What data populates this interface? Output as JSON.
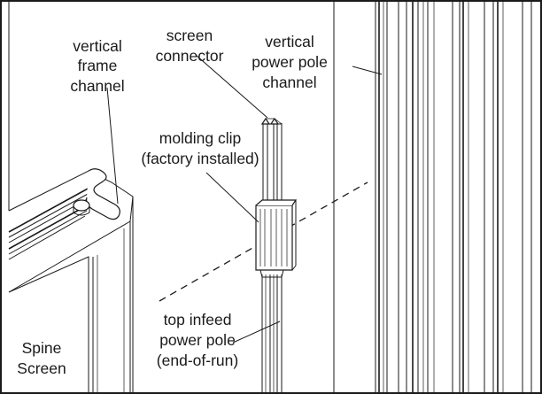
{
  "labels": {
    "vertical_frame_channel": [
      "vertical",
      "frame",
      "channel"
    ],
    "screen_connector": [
      "screen",
      "connector"
    ],
    "vertical_power_pole_channel": [
      "vertical",
      "power pole",
      "channel"
    ],
    "molding_clip": [
      "molding clip",
      "(factory installed)"
    ],
    "top_infeed_power_pole": [
      "top infeed",
      "power pole",
      "(end-of-run)"
    ],
    "spine_screen": [
      "Spine",
      "Screen"
    ]
  }
}
